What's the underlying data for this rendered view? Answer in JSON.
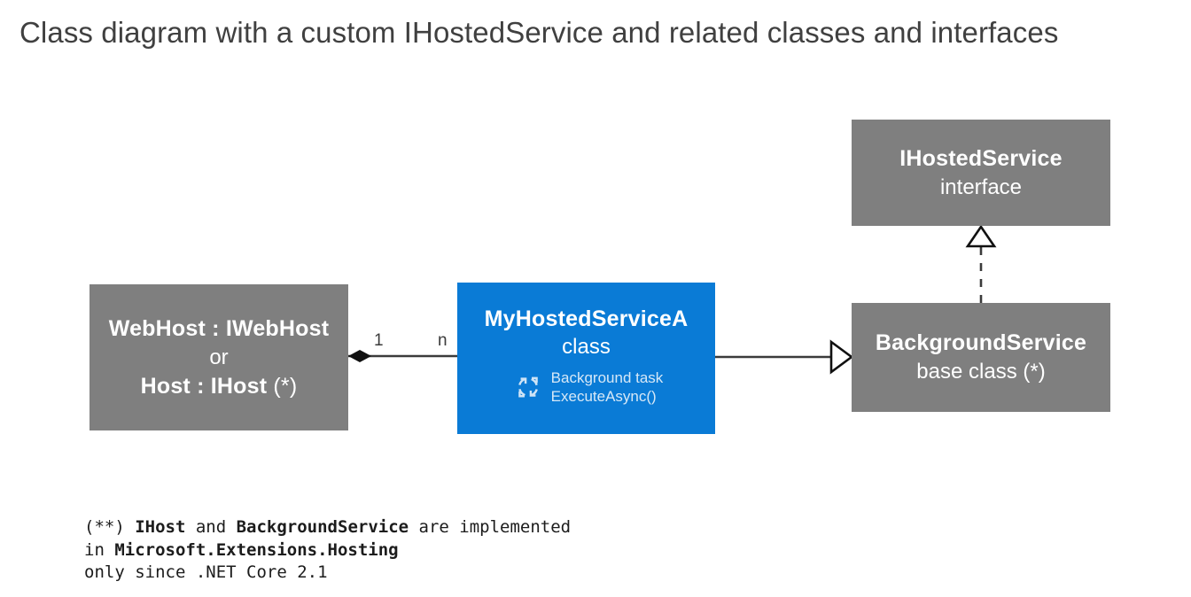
{
  "title": "Class diagram with a custom IHostedService and related classes and interfaces",
  "colors": {
    "gray_box": "#7f7f7f",
    "blue_box": "#0a7bd6",
    "line": "#3b3b3b",
    "title_text": "#404040",
    "box_text": "#ffffff",
    "task_text": "#d6e8f7"
  },
  "nodes": {
    "webhost": {
      "line1": "WebHost : IWebHost",
      "line2": "or",
      "line3_bold": "Host : IHost",
      "line3_thin": " (*)",
      "kind": "gray-box"
    },
    "my_hosted_service": {
      "title": "MyHostedServiceA",
      "stereotype": "class",
      "icon": "refresh-cycle-icon",
      "task_line1": "Background task",
      "task_line2": "ExecuteAsync()",
      "kind": "blue-box"
    },
    "ihosted_service": {
      "title": "IHostedService",
      "stereotype": "interface",
      "kind": "gray-box"
    },
    "background_service": {
      "title": "BackgroundService",
      "stereotype": "base class (*)",
      "kind": "gray-box"
    }
  },
  "edges": {
    "composition": {
      "from": "webhost",
      "to": "my_hosted_service",
      "type": "composition",
      "source_multiplicity": "1",
      "target_multiplicity": "n",
      "marker": "filled-diamond"
    },
    "generalization": {
      "from": "my_hosted_service",
      "to": "background_service",
      "type": "generalization",
      "marker": "hollow-triangle",
      "style": "solid"
    },
    "realization": {
      "from": "background_service",
      "to": "ihosted_service",
      "type": "realization",
      "marker": "hollow-triangle",
      "style": "dashed"
    }
  },
  "footnote": {
    "l1_a": "(**) ",
    "l1_b": "IHost",
    "l1_c": " and ",
    "l1_d": "BackgroundService",
    "l1_e": " are implemented",
    "l2_a": "in ",
    "l2_b": "Microsoft.Extensions.Hosting",
    "l3_a": "only since .NET Core 2.1"
  }
}
